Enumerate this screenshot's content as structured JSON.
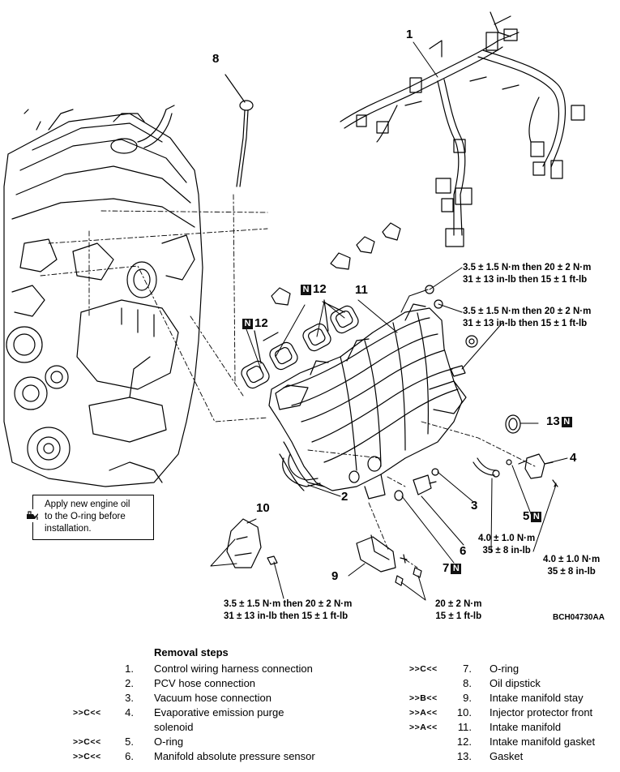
{
  "callouts": {
    "c1": "1",
    "c2": "2",
    "c3": "3",
    "c4": "4",
    "c5": "5",
    "c6": "6",
    "c7": "7",
    "c8": "8",
    "c9": "9",
    "c10": "10",
    "c11": "11",
    "c12a": "12",
    "c12b": "12",
    "c13": "13"
  },
  "n_mark": "N",
  "torque": {
    "t1_line1": "3.5 ± 1.5 N·m then 20 ± 2 N·m",
    "t1_line2": "31 ± 13 in-lb then 15 ± 1 ft-lb",
    "t2_line1": "3.5 ± 1.5 N·m then 20 ± 2 N·m",
    "t2_line2": "31 ± 13 in-lb then 15 ± 1 ft-lb",
    "t3_line1": "4.0 ± 1.0 N·m",
    "t3_line2": "35 ± 8 in-lb",
    "t4_line1": "4.0 ± 1.0 N·m",
    "t4_line2": "35 ± 8 in-lb",
    "t5_line1": "3.5 ± 1.5 N·m then 20 ± 2 N·m",
    "t5_line2": "31 ± 13 in-lb then 15 ± 1 ft-lb",
    "t6_line1": "20 ± 2 N·m",
    "t6_line2": "15 ± 1 ft-lb"
  },
  "note": {
    "line1": "Apply new engine oil",
    "line2": "to the O-ring before",
    "line3": "installation."
  },
  "figure_code": "BCH04730AA",
  "removal": {
    "heading": "Removal steps",
    "left": [
      {
        "mark": "",
        "num": "1.",
        "label": "Control wiring harness connection"
      },
      {
        "mark": "",
        "num": "2.",
        "label": "PCV hose connection"
      },
      {
        "mark": "",
        "num": "3.",
        "label": "Vacuum hose connection"
      },
      {
        "mark": ">>C<<",
        "num": "4.",
        "label": "Evaporative emission purge"
      },
      {
        "mark": "",
        "num": "",
        "label": "solenoid"
      },
      {
        "mark": ">>C<<",
        "num": "5.",
        "label": "O-ring"
      },
      {
        "mark": ">>C<<",
        "num": "6.",
        "label": "Manifold absolute pressure sensor"
      }
    ],
    "right": [
      {
        "mark": ">>C<<",
        "num": "7.",
        "label": "O-ring"
      },
      {
        "mark": "",
        "num": "8.",
        "label": "Oil dipstick"
      },
      {
        "mark": ">>B<<",
        "num": "9.",
        "label": "Intake manifold stay"
      },
      {
        "mark": ">>A<<",
        "num": "10.",
        "label": "Injector protector front"
      },
      {
        "mark": ">>A<<",
        "num": "11.",
        "label": "Intake manifold"
      },
      {
        "mark": "",
        "num": "12.",
        "label": "Intake manifold gasket"
      },
      {
        "mark": "",
        "num": "13.",
        "label": "Gasket"
      }
    ]
  }
}
